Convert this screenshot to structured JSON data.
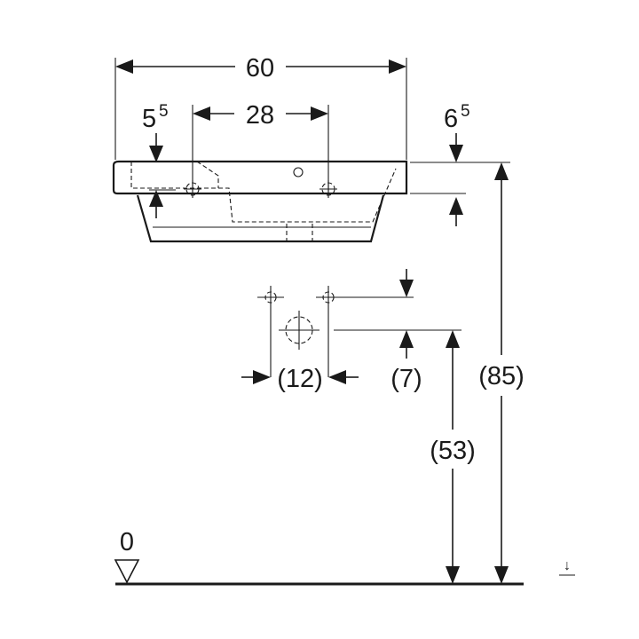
{
  "dimensions": {
    "width": "60",
    "tap_spacing": "28",
    "left_offset_main": "5",
    "left_offset_sup": "5",
    "right_offset_main": "6",
    "right_offset_sup": "5",
    "wall_spacing": "(12)",
    "supply_offset": "(7)",
    "drain_height": "(53)",
    "total_height": "(85)"
  },
  "floor_level": "0",
  "corner_symbol": "↓"
}
